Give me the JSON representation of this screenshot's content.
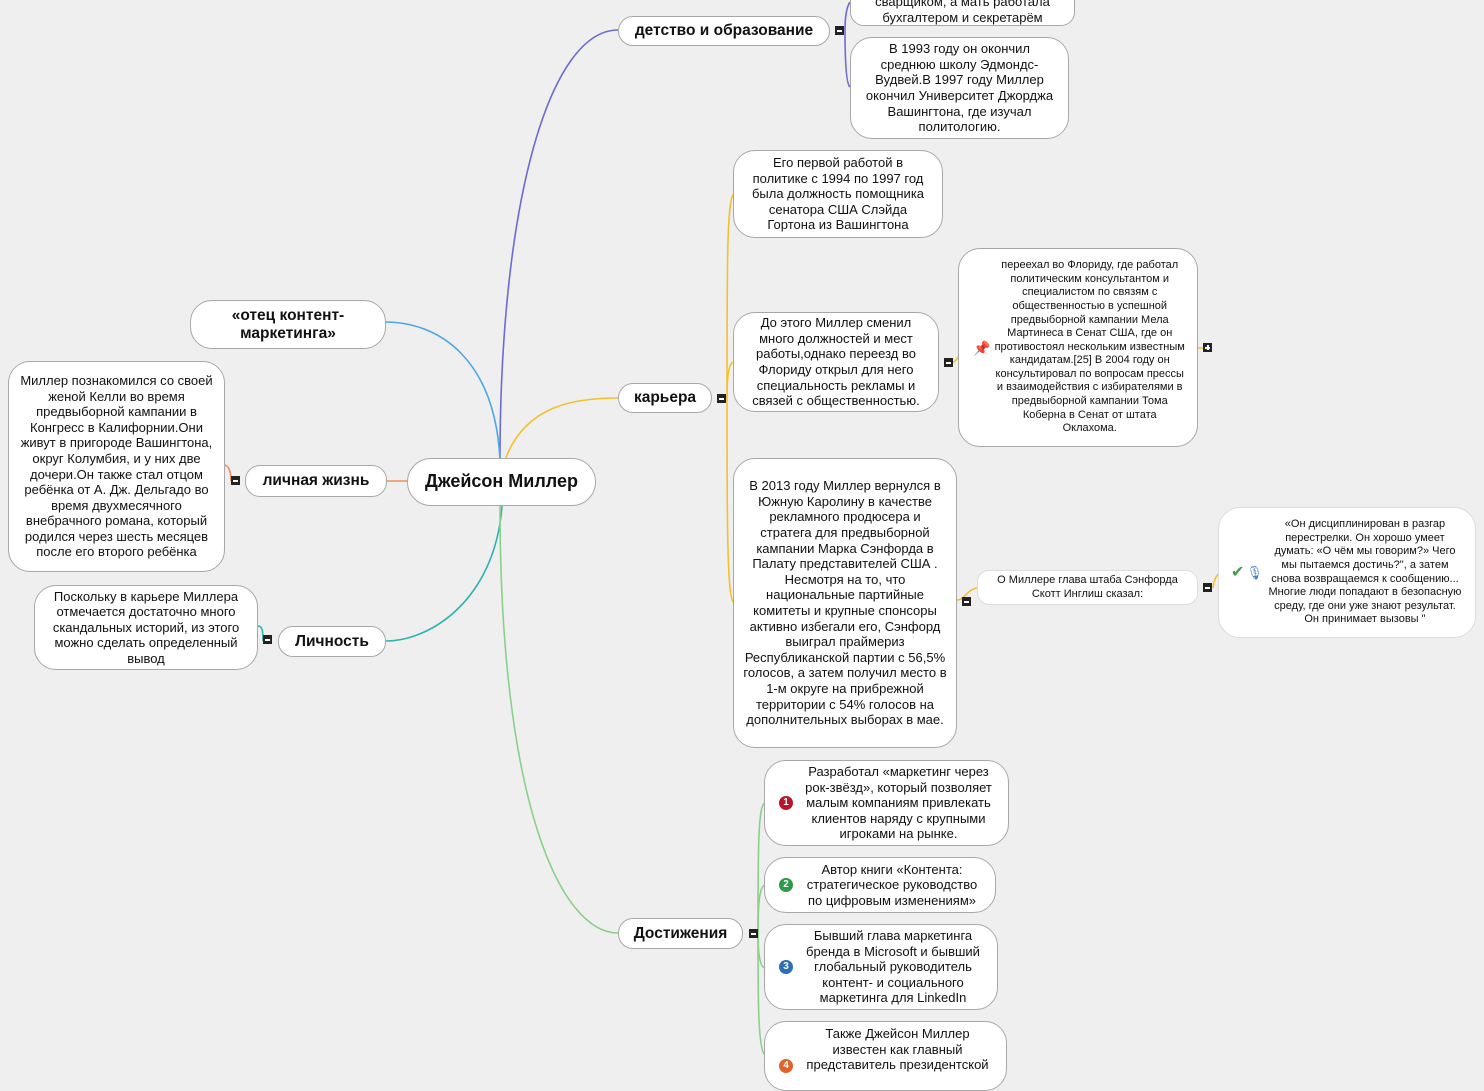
{
  "center": "Джейсон Миллер",
  "colors": {
    "childhood": "#6b6bd6",
    "career": "#f2c12e",
    "father": "#4aa8e6",
    "personal": "#f0905a",
    "personality": "#2eb3ae",
    "achievements": "#8ad08a"
  },
  "topics": {
    "childhood": "детство и образование",
    "career": "карьера",
    "father": "«отец контент-маркетинга»",
    "personal": "личная жизнь",
    "personality": "Личность",
    "achievements": "Достижения"
  },
  "childhood": {
    "parents": "сварщиком, а мать работала бухгалтером и секретарём",
    "school": "В 1993 году он окончил среднюю школу Эдмондс-Вудвей.В 1997 году Миллер окончил Университет Джорджа Вашингтона, где изучал политологию."
  },
  "career": {
    "first_job": "Его первой работой в политике с 1994 по 1997 год была должность помощника сенатора США Слэйда Гортона из Вашингтона",
    "florida": "До этого Миллер сменил много должностей и мест работы,однако переезд во Флориду открыл для него специальность рекламы и связей с общественностью.",
    "florida_detail": "переехал во Флориду, где работал политическим консультантом и специалистом по связям с общественностью в успешной предвыборной кампании Мела Мартинеса в Сенат США, где он противостоял нескольким известным кандидатам.[25] В 2004 году он консультировал по вопросам прессы и взаимодействия с избирателями в предвыборной кампании Тома Коберна в Сенат от штата Оклахома.",
    "south_carolina": "В 2013 году Миллер вернулся в Южную Каролину в качестве рекламного продюсера и стратега для предвыборной кампании Марка Сэнфорда в Палату представителей США . Несмотря на то, что национальные партийные комитеты и крупные спонсоры активно избегали его, Сэнфорд выиграл праймериз Республиканской партии с 56,5% голосов, а затем получил место в 1-м округе на прибрежной территории с 54% голосов на дополнительных выборах в мае.",
    "inglis": "О Миллере глава штаба Сэнфорда Скотт Инглиш сказал:",
    "quote": "«Он дисциплинирован в разгар перестрелки. Он хорошо умеет думать: «О чём мы говорим?» Чего мы пытаемся достичь?\", а затем снова возвращаемся к сообщению... Многие люди попадают в безопасную среду, где они уже знают результат. Он принимает вызовы \""
  },
  "personal": {
    "text": "Миллер познакомился со своей женой Келли во время предвыборной кампании в Конгресс в Калифорнии.Они живут в пригороде Вашингтона, округ Колумбия, и у них две дочери.Он также стал отцом ребёнка от А. Дж. Дельгадо во время двухмесячного внебрачного романа, который родился через шесть месяцев после его второго ребёнка"
  },
  "personality": {
    "text": "Поскольку в карьере Миллера отмечается достаточно много скандальных историй, из этого можно сделать определенный вывод"
  },
  "achievements": [
    {
      "num": "1",
      "color": "#b8162a",
      "text": "Разработал «маркетинг через рок-звёзд», который позволяет малым компаниям привлекать клиентов наряду с крупными игроками на рынке."
    },
    {
      "num": "2",
      "color": "#2e9a45",
      "text": "Автор книги «Контента: стратегическое руководство по цифровым изменениям»"
    },
    {
      "num": "3",
      "color": "#2f6db5",
      "text": "Бывший глава маркетинга бренда в Microsoft и бывший глобальный руководитель контент- и социального маркетинга для LinkedIn"
    },
    {
      "num": "4",
      "color": "#e0632a",
      "text": "Также Джейсон Миллер известен как главный представитель президентской"
    }
  ],
  "icons": [
    "pin-icon",
    "check-icon",
    "microphone-icon"
  ]
}
